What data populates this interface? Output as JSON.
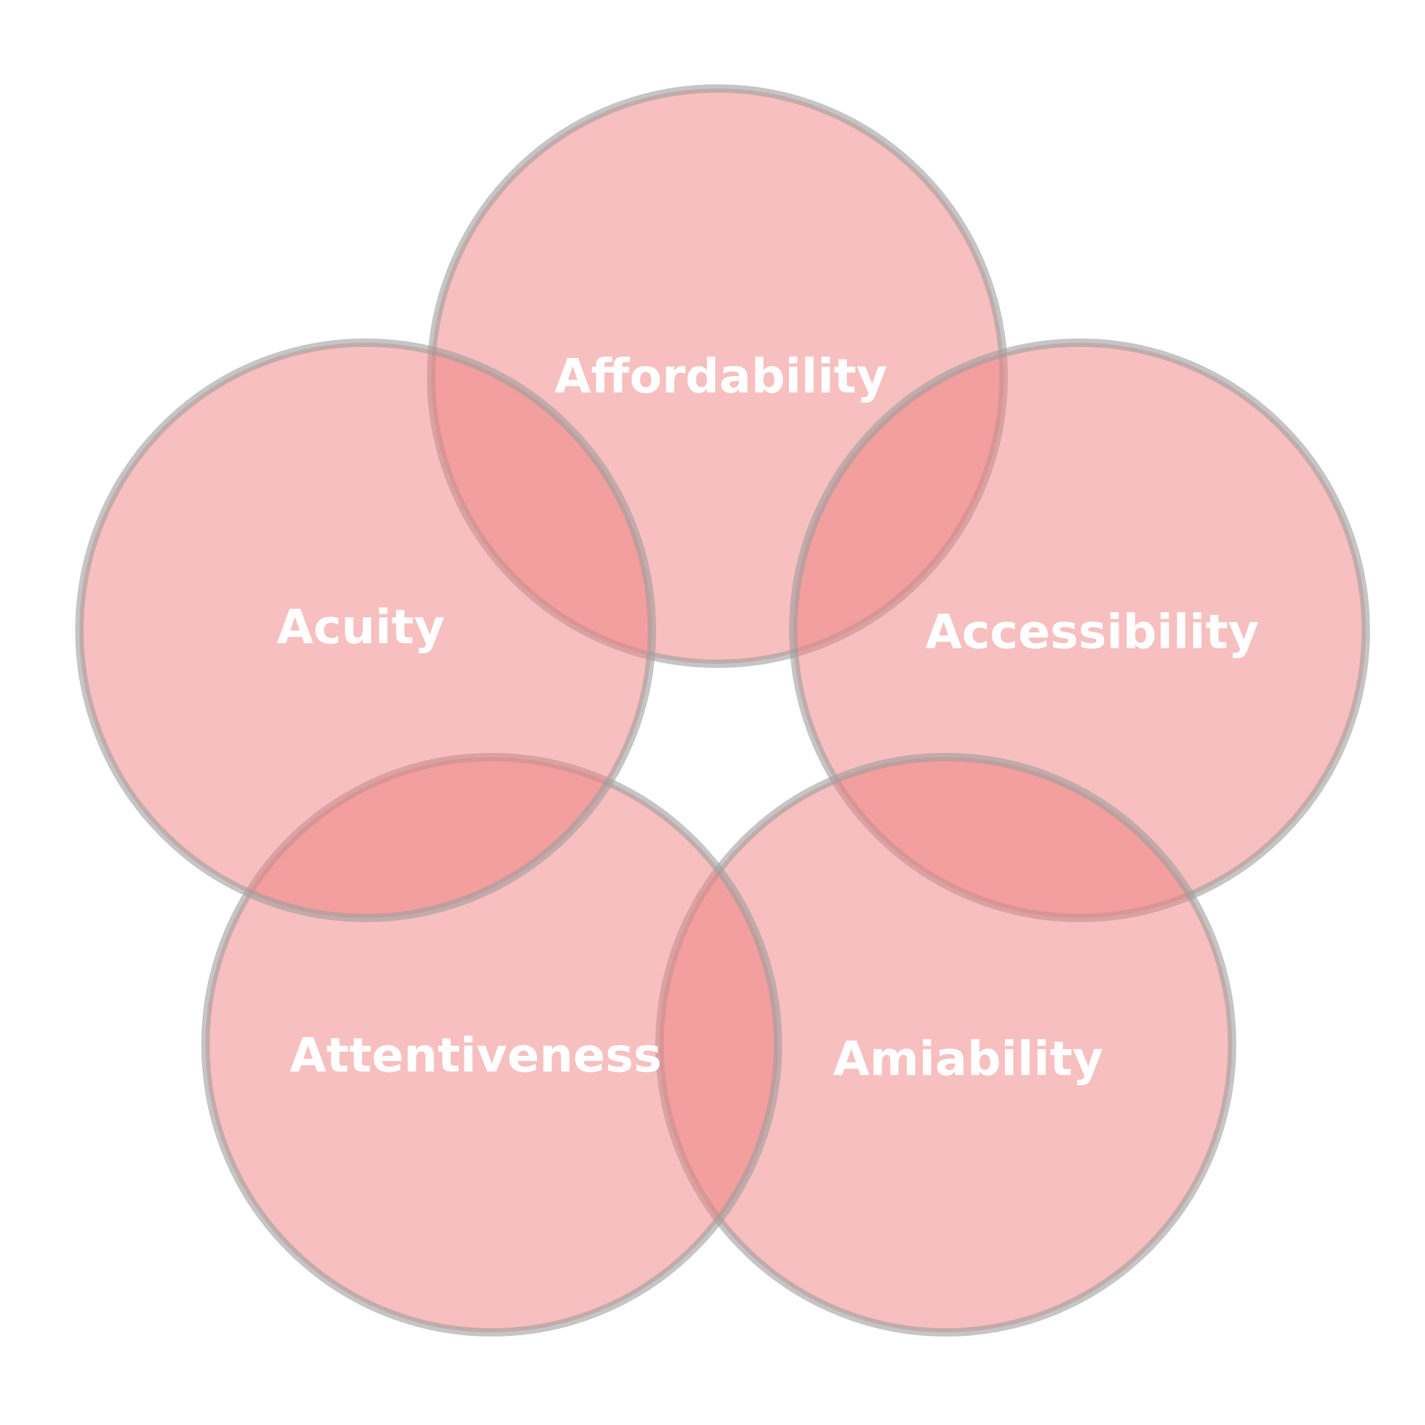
{
  "diagram": {
    "type": "venn-flower",
    "colors": {
      "fill": "#f08080",
      "fill_opacity": 0.5,
      "stroke": "#9e9e9e",
      "label": "#ffffff",
      "background": "#ffffff"
    },
    "circles": [
      {
        "key": "affordability",
        "label": "Affordability"
      },
      {
        "key": "accessibility",
        "label": "Accessibility"
      },
      {
        "key": "amiability",
        "label": "Amiability"
      },
      {
        "key": "attentiveness",
        "label": "Attentiveness"
      },
      {
        "key": "acuity",
        "label": "Acuity"
      }
    ]
  }
}
